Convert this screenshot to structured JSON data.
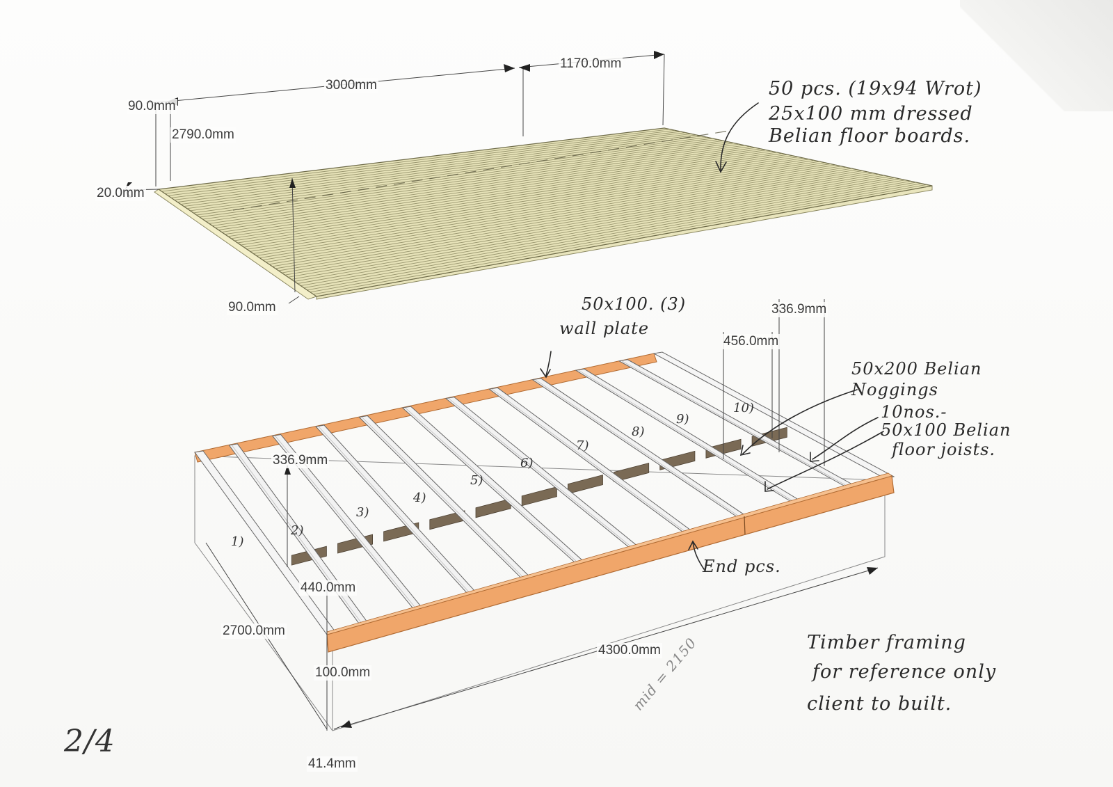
{
  "dimensions": {
    "top_length": "3000mm",
    "top_right_span": "1170.0mm",
    "top_left_offset": "90.0mm",
    "top_width": "2790.0mm",
    "top_thickness": "20.0mm",
    "top_front_offset": "90.0mm",
    "joist_spacing_right": "336.9mm",
    "nogging_offset": "456.0mm",
    "joist_spacing_left": "336.9mm",
    "nogging_left": "440.0mm",
    "frame_width": "2700.0mm",
    "frame_length": "4300.0mm",
    "frame_depth": "100.0mm",
    "frame_base": "41.4mm"
  },
  "notes": {
    "floorboards_line1": "50 pcs. (19x94 Wrot)",
    "floorboards_line2": "25x100 mm dressed",
    "floorboards_line3": "Belian floor boards.",
    "wallplate_line1": "50x100. (3)",
    "wallplate_line2": "wall plate",
    "noggings_line1": "50x200 Belian",
    "noggings_line2": "Noggings",
    "joists_line1": "10nos.-",
    "joists_line2": "50x100 Belian",
    "joists_line3": "floor joists.",
    "end_pcs": "End pcs.",
    "disclaimer_line1": "Timber framing",
    "disclaimer_line2": "for reference only",
    "disclaimer_line3": "client to built.",
    "mid_note": "mid = 2150",
    "page_number": "2/4"
  },
  "joist_labels": [
    "1)",
    "2)",
    "3)",
    "4)",
    "5)",
    "6)",
    "7)",
    "8)",
    "9)",
    "10)"
  ],
  "colors": {
    "board_fill": "#e6e2b8",
    "board_line": "#8a8760",
    "plate_fill": "#f0a66a",
    "plate_edge": "#b06a32",
    "joist_fill": "#f2f2f2",
    "joist_edge": "#666666",
    "nogging_fill": "#7a6a55",
    "ink": "#2a2a2a"
  }
}
